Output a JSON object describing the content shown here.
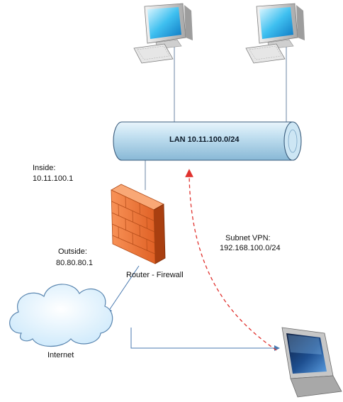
{
  "lan": {
    "label": "LAN 10.11.100.0/24"
  },
  "inside": {
    "title": "Inside:",
    "ip": "10.11.100.1"
  },
  "outside": {
    "title": "Outside:",
    "ip": "80.80.80.1"
  },
  "router": {
    "label": "Router - Firewall"
  },
  "internet": {
    "label": "Internet"
  },
  "vpn": {
    "title": "Subnet VPN:",
    "subnet": "192.168.100.0/24"
  },
  "colors": {
    "bus": "#b8d8ec",
    "firewall": "#ef7a3f",
    "cloud": "#dff3ff",
    "link": "#4a7ab0",
    "vpn_tunnel": "#e0322e"
  },
  "icons": [
    "computer-icon",
    "computer-icon",
    "firewall-icon",
    "cloud-icon",
    "laptop-icon"
  ]
}
